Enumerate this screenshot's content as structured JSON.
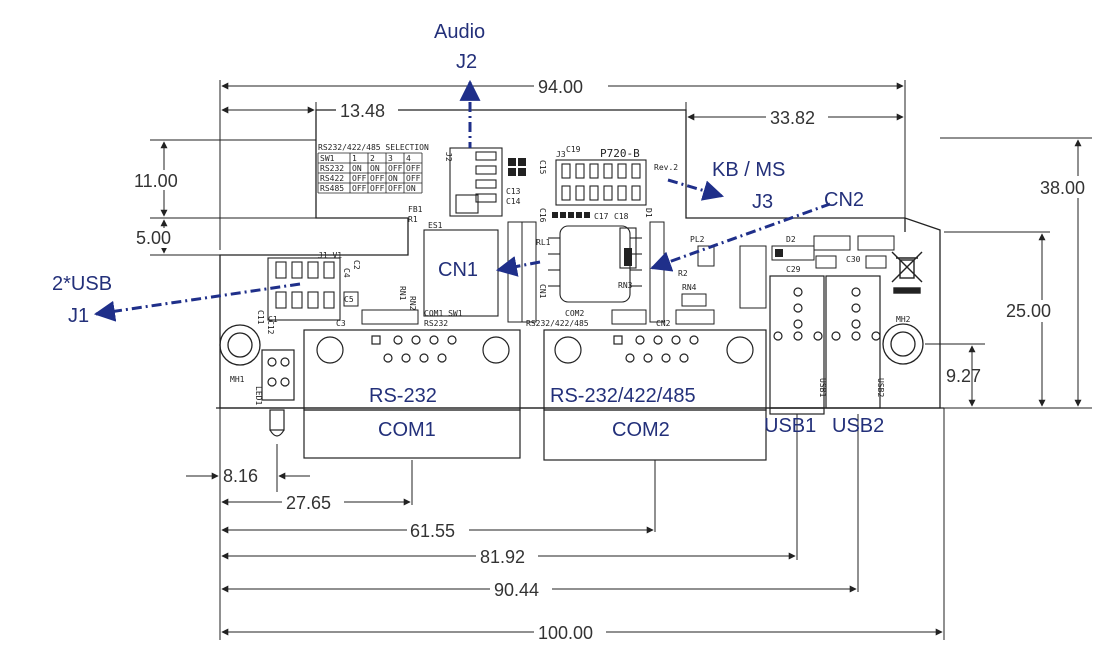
{
  "board": {
    "model": "P720-B",
    "revision": "Rev.2",
    "selection_table": {
      "title": "RS232/422/485 SELECTION",
      "header": [
        "SW1",
        "1",
        "2",
        "3",
        "4"
      ],
      "rows": [
        [
          "RS232",
          "ON",
          "ON",
          "OFF",
          "OFF"
        ],
        [
          "RS422",
          "OFF",
          "OFF",
          "ON",
          "OFF"
        ],
        [
          "RS485",
          "OFF",
          "OFF",
          "OFF",
          "ON"
        ]
      ]
    },
    "silkscreen": {
      "j1v1": "J1 V1",
      "j2": "J2",
      "j3": "J3",
      "c19": "C19",
      "c15": "C15",
      "c13": "C13",
      "c14": "C14",
      "c16": "C16",
      "c17": "C17",
      "c18": "C18",
      "d1": "D1",
      "fb1": "FB1",
      "r1": "R1",
      "es1": "ES1",
      "rl1": "RL1",
      "cn1": "CN1",
      "c2": "C2",
      "c4": "C4",
      "rn1": "RN1",
      "rn2": "RN2",
      "c5": "C5",
      "c1": "C1",
      "c3": "C3",
      "c11": "C11",
      "c12": "C12",
      "com1_sw1": "COM1  SW1",
      "rs232": "RS232",
      "com2": "COM2",
      "rs232_422_485": "RS232/422/485",
      "rn3": "RN3",
      "rn4": "RN4",
      "cn2": "CN2",
      "pl2": "PL2",
      "r2": "R2",
      "d2": "D2",
      "c29": "C29",
      "c30": "C30",
      "mh1": "MH1",
      "mh2": "MH2",
      "led1": "LED1",
      "usb1": "USB1",
      "usb2": "USB2"
    }
  },
  "callouts": {
    "audio_line1": "Audio",
    "audio_line2": "J2",
    "kbms_line1": "KB / MS",
    "kbms_line2": "J3",
    "cn2": "CN2",
    "cn1": "CN1",
    "usb_line1": "2*USB",
    "usb_line2": "J1"
  },
  "ports": {
    "com1_line1": "RS-232",
    "com1_line2": "COM1",
    "com2_line1": "RS-232/422/485",
    "com2_line2": "COM2",
    "usb1": "USB1",
    "usb2": "USB2"
  },
  "dimensions": {
    "d94": "94.00",
    "d13_48": "13.48",
    "d33_82": "33.82",
    "d11": "11.00",
    "d5": "5.00",
    "d38": "38.00",
    "d25": "25.00",
    "d9_27": "9.27",
    "d8_16": "8.16",
    "d27_65": "27.65",
    "d61_55": "61.55",
    "d81_92": "81.92",
    "d90_44": "90.44",
    "d100": "100.00"
  },
  "colors": {
    "callout": "#23307a",
    "leader": "#1f2f8a",
    "line": "#222222",
    "dimension_text": "#333333"
  }
}
